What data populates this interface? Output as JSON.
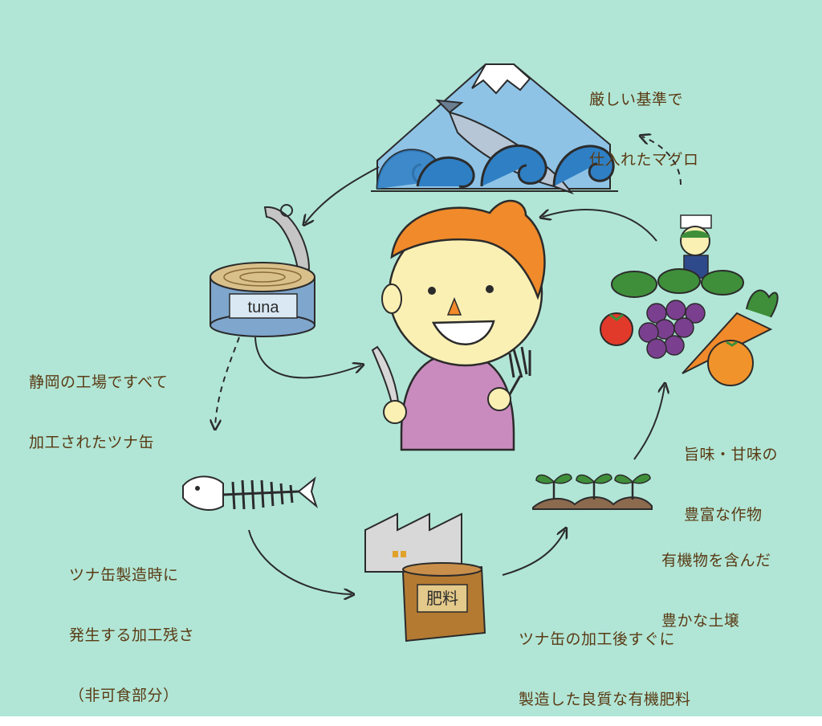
{
  "captions": {
    "tuna_source": [
      "厳しい基準で",
      "仕入れたマグロ"
    ],
    "factory_can": [
      "静岡の工場ですべて",
      "加工されたツナ缶"
    ],
    "byproduct": [
      "ツナ缶製造時に",
      "発生する加工残さ",
      "（非可食部分）"
    ],
    "fertilizer": [
      "ツナ缶の加工後すぐに",
      "製造した良質な有機肥料"
    ],
    "soil": [
      "有機物を含んだ",
      "豊かな土壌"
    ],
    "crops": [
      "旨味・甘味の",
      "豊富な作物"
    ]
  },
  "labels": {
    "can_label": "tuna",
    "fertilizer_label": "肥料"
  },
  "colors": {
    "background": "#b1e6d6",
    "text": "#5a3a14",
    "outline": "#2b2b2b",
    "mountain": "#8fc3e6",
    "wave": "#2f7fc4",
    "hair": "#f08a2a",
    "skin": "#fbf0b4",
    "shirt": "#c98bbd",
    "soil": "#8c6a4e",
    "sprout": "#3f8f3a"
  }
}
